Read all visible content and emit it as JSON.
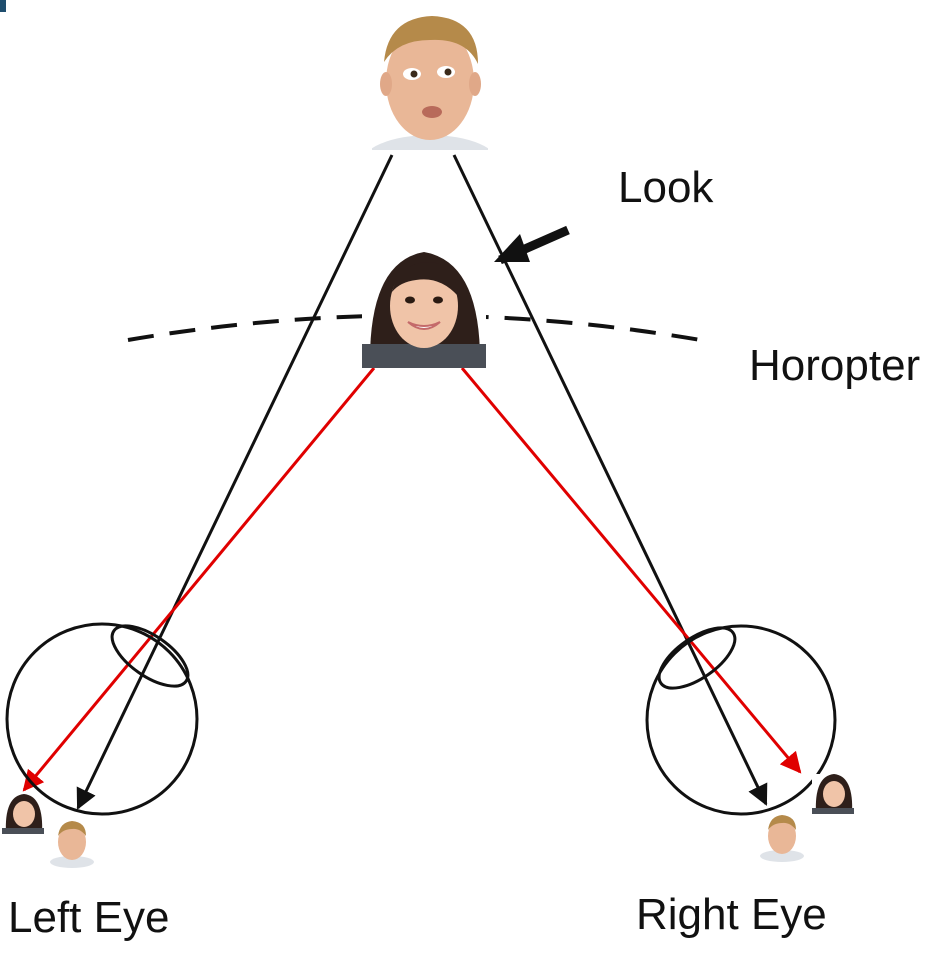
{
  "labels": {
    "look": "Look",
    "horopter": "Horopter",
    "left_eye": "Left Eye",
    "right_eye": "Right Eye"
  },
  "colors": {
    "far_object_ray": "#111111",
    "near_object_ray": "#e00000",
    "horopter_curve": "#111111",
    "eye_outline": "#111111",
    "background": "#ffffff"
  },
  "objects": {
    "far": "man-face-photo",
    "near": "girl-face-photo"
  }
}
